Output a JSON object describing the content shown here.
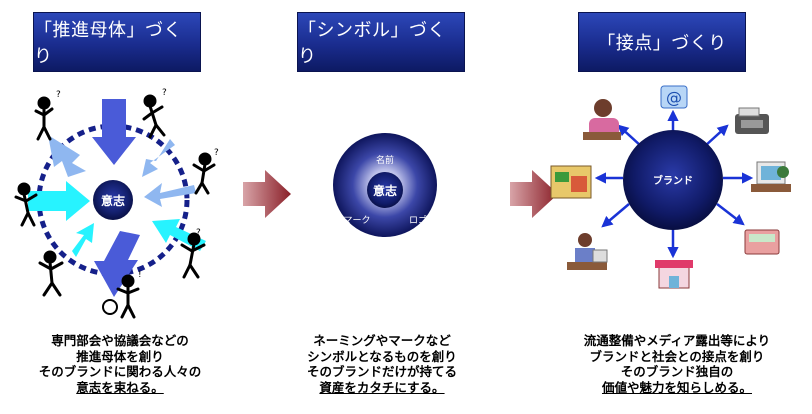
{
  "headers": {
    "h1": "「推進母体」づくり",
    "h2": "「シンボル」づくり",
    "h3": "「接点」づくり"
  },
  "left": {
    "center_label": "意志"
  },
  "middle": {
    "center_label": "意志",
    "top_label": "名前",
    "left_label": "マーク",
    "right_label": "ロゴ"
  },
  "right": {
    "center_label": "ブランド",
    "icons": [
      "woman-phone-icon",
      "email-icon",
      "fax-icon",
      "computer-user-icon",
      "register-icon",
      "shop-icon",
      "office-worker-icon",
      "shop-display-icon"
    ]
  },
  "captions": {
    "c1": [
      "専門部会や協議会などの",
      "推進母体を創り",
      "そのブランドに関わる人々の",
      "意志を束ねる。"
    ],
    "c2": [
      "ネーミングやマークなど",
      "シンボルとなるものを創り",
      "そのブランドだけが持てる",
      "資産をカタチにする。"
    ],
    "c3": [
      "流通整備やメディア露出等により",
      "ブランドと社会との接点を創り",
      "そのブランド独自の",
      "価値や魅力を知らしめる。"
    ]
  },
  "colors": {
    "header_blue": "#1a2c8e",
    "arrow_red": "#9a2a32",
    "connector_blue": "#1a33d6",
    "light_blue_arrow": "#8fb7f0",
    "cyan_arrow": "#27f3ff",
    "mid_blue_arrow": "#4a5bd8"
  }
}
